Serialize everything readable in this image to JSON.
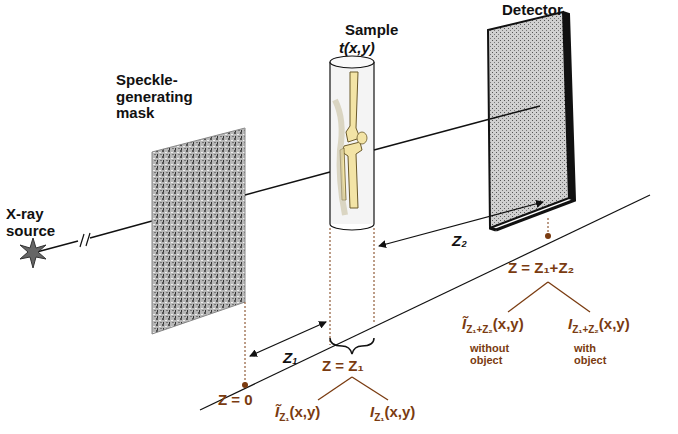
{
  "diagram": {
    "labels": [
      "Detector",
      "Sample",
      "t(x,y)",
      "Speckle-generating mask",
      "X-ray source",
      "Z₁",
      "Z₂",
      "Z = Z₁+Z₂",
      "Ĩ",
      "Z₁+Z₂",
      "(x,y)",
      "without object",
      "I",
      "Z₁+Z₂",
      "(x,y)",
      "with object",
      "Z = 0",
      "Z = Z₁",
      "Ĩ",
      "Z₁",
      "(x,y)",
      "I",
      "Z₁",
      "(x,y)"
    ]
  }
}
